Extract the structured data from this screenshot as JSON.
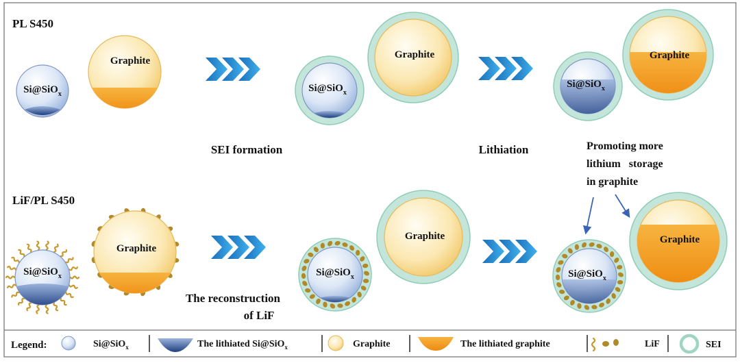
{
  "rows": {
    "top": {
      "label": "PL S450"
    },
    "bottom": {
      "label": "LiF/PL S450"
    }
  },
  "labels": {
    "graphite": "Graphite",
    "si_base": "Si@SiO",
    "si_sub": "x"
  },
  "steps": {
    "sei_formation": "SEI formation",
    "lithiation": "Lithiation",
    "reconstruction_line1": "The reconstruction",
    "reconstruction_line2": "of LiF"
  },
  "annotation": {
    "line1": "Promoting more",
    "line2": "lithium   storage",
    "line3": "in graphite"
  },
  "legend": {
    "title": "Legend:",
    "items": [
      {
        "label": "Si@SiO",
        "sub": "x",
        "icon": "si-sphere"
      },
      {
        "label": "The lithiated Si@SiO",
        "sub": "x",
        "icon": "lithiated-si"
      },
      {
        "label": "Graphite",
        "icon": "graphite-sphere"
      },
      {
        "label": "The lithiated graphite",
        "icon": "lithiated-graphite"
      },
      {
        "label": "LiF",
        "icon": "lif-particles"
      },
      {
        "label": "SEI",
        "icon": "sei-ring"
      }
    ]
  },
  "colors": {
    "border": "#777777",
    "si_light": "#eef3fb",
    "si_mid": "#b8cbe6",
    "lithiated_si": "#2a4c8c",
    "graphite_light": "#fdf3d6",
    "graphite_mid": "#f9d98c",
    "lithiated_graphite": "#f29a1a",
    "sei_ring": "#bfe3d6",
    "sei_edge": "#8ccbb5",
    "lif": "#b08a2a",
    "arrow": "#1f8fd6",
    "pointer": "#3a63b8",
    "text": "#111111"
  }
}
